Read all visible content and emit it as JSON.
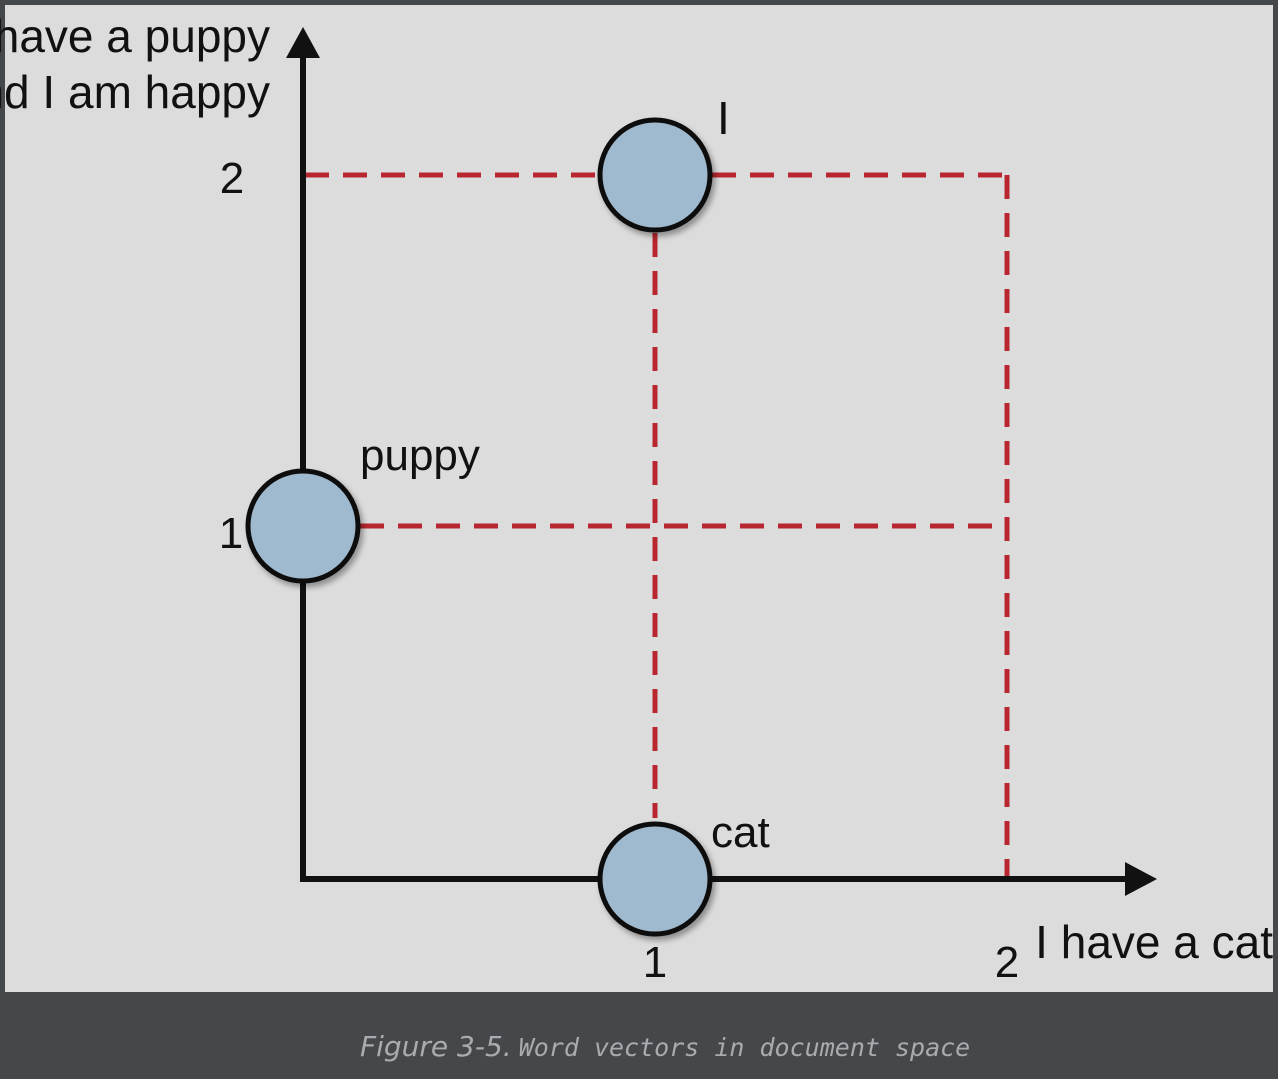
{
  "figure": {
    "y_axis_label_line1": "I have a puppy",
    "y_axis_label_line2": "and I am happy",
    "x_axis_label": "I have a cat",
    "x_ticks": [
      "1",
      "2"
    ],
    "y_ticks": [
      "1",
      "2"
    ],
    "points": [
      {
        "label": "I",
        "x": 1,
        "y": 2
      },
      {
        "label": "puppy",
        "x": 0,
        "y": 1
      },
      {
        "label": "cat",
        "x": 1,
        "y": 0
      }
    ],
    "colors": {
      "panel_background": "#dcdcdc",
      "page_background": "#44484b",
      "point_fill": "#9fb9cf",
      "dashed_lines": "#b8272f",
      "axes": "#111111"
    }
  },
  "caption": {
    "number": "Figure 3-5.",
    "text": "Word vectors in document space"
  }
}
